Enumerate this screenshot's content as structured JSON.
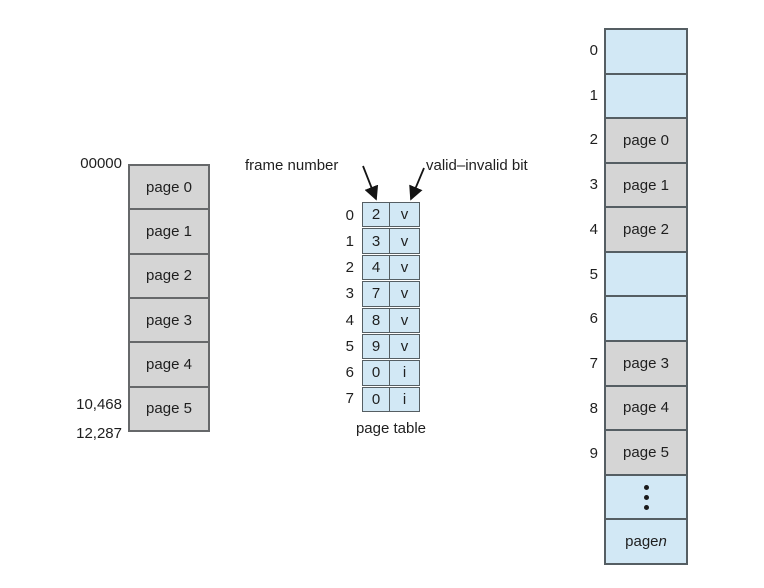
{
  "logical_memory": {
    "address_top": "00000",
    "address_page5": "10,468",
    "address_bottom": "12,287",
    "pages": [
      "page 0",
      "page 1",
      "page 2",
      "page 3",
      "page 4",
      "page 5"
    ]
  },
  "page_table": {
    "frame_number_label": "frame number",
    "valid_invalid_label": "valid–invalid bit",
    "caption": "page table",
    "rows": [
      {
        "index": "0",
        "frame": "2",
        "bit": "v"
      },
      {
        "index": "1",
        "frame": "3",
        "bit": "v"
      },
      {
        "index": "2",
        "frame": "4",
        "bit": "v"
      },
      {
        "index": "3",
        "frame": "7",
        "bit": "v"
      },
      {
        "index": "4",
        "frame": "8",
        "bit": "v"
      },
      {
        "index": "5",
        "frame": "9",
        "bit": "v"
      },
      {
        "index": "6",
        "frame": "0",
        "bit": "i"
      },
      {
        "index": "7",
        "frame": "0",
        "bit": "i"
      }
    ]
  },
  "physical_memory": {
    "frames": [
      {
        "index": "0",
        "content": "",
        "type": "empty"
      },
      {
        "index": "1",
        "content": "",
        "type": "empty"
      },
      {
        "index": "2",
        "content": "page 0",
        "type": "page"
      },
      {
        "index": "3",
        "content": "page 1",
        "type": "page"
      },
      {
        "index": "4",
        "content": "page 2",
        "type": "page"
      },
      {
        "index": "5",
        "content": "",
        "type": "empty"
      },
      {
        "index": "6",
        "content": "",
        "type": "empty"
      },
      {
        "index": "7",
        "content": "page 3",
        "type": "page"
      },
      {
        "index": "8",
        "content": "page 4",
        "type": "page"
      },
      {
        "index": "9",
        "content": "page 5",
        "type": "page"
      },
      {
        "index": "",
        "content": "",
        "type": "ellipsis"
      },
      {
        "index": "",
        "content_prefix": "page ",
        "content_var": "n",
        "type": "page-n"
      }
    ]
  },
  "colors": {
    "cell_blue": "#d2e8f5",
    "cell_gray": "#d5d5d5",
    "border_dark": "#555e63",
    "text": "#1f1f1f",
    "background": "#ffffff"
  }
}
